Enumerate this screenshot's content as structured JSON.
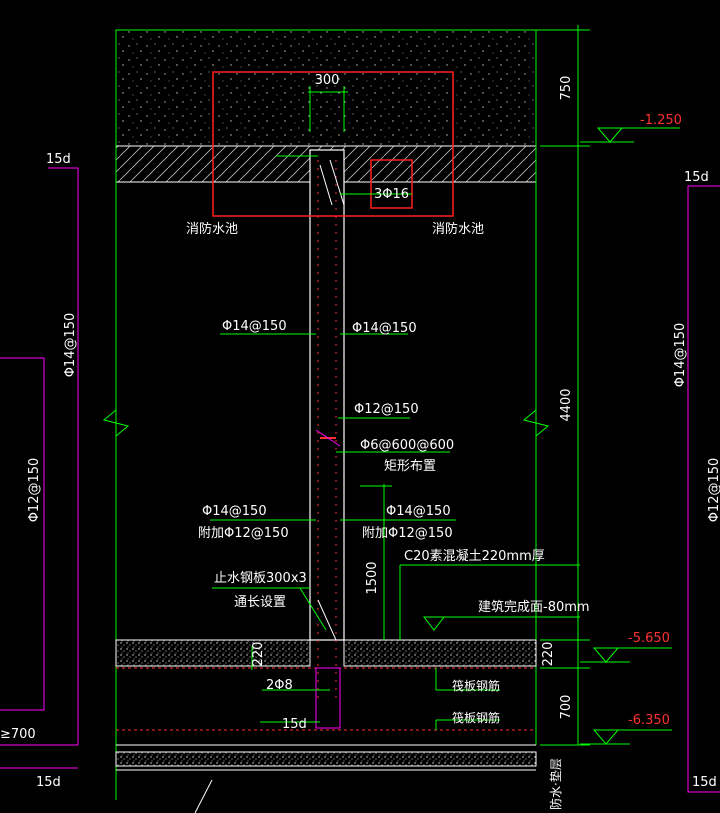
{
  "dimensions": {
    "d300": "300",
    "d750": "750",
    "d4400": "4400",
    "d1500": "1500",
    "d220_left": "220",
    "d220_right": "220",
    "d700": "700"
  },
  "elevations": {
    "e1": "-1.250",
    "e2": "-5.650",
    "e3": "-6.350"
  },
  "labels": {
    "pool_left": "消防水池",
    "pool_right": "消防水池",
    "top_bars": "3Φ16",
    "bar_left_1": "Φ14@150",
    "bar_right_1": "Φ14@150",
    "bar_right_2": "Φ12@150",
    "tie_bar": "Φ6@600@600",
    "tie_layout": "矩形布置",
    "bar_left_3": "Φ14@150",
    "bar_left_3b": "附加Φ12@150",
    "bar_right_3": "Φ14@150",
    "bar_right_3b": "附加Φ12@150",
    "concrete": "C20素混凝土220mm厚",
    "waterstop": "止水钢板300x3",
    "waterstop_b": "通长设置",
    "finish_floor": "建筑完成面-80mm",
    "raft_bars_1": "筏板钢筋",
    "raft_bars_2": "筏板钢筋",
    "bars_2": "2Φ8",
    "anchor_15d_mid": "15d",
    "side_left_15d_top": "15d",
    "side_left_bar_1": "Φ14@150",
    "side_left_bar_2": "Φ12@150",
    "side_left_700": "≥700",
    "side_left_15d_bot": "15d",
    "side_right_15d_top": "15d",
    "side_right_bar_1": "Φ14@150",
    "side_right_bar_2": "Φ12@150",
    "side_right_15d_bot": "15d",
    "bottom_note": "防水·垫层"
  },
  "colors": {
    "green": "#00ff00",
    "white": "#ffffff",
    "red": "#ff2020",
    "magenta": "#ff00ff",
    "yellow": "#ffff00"
  }
}
